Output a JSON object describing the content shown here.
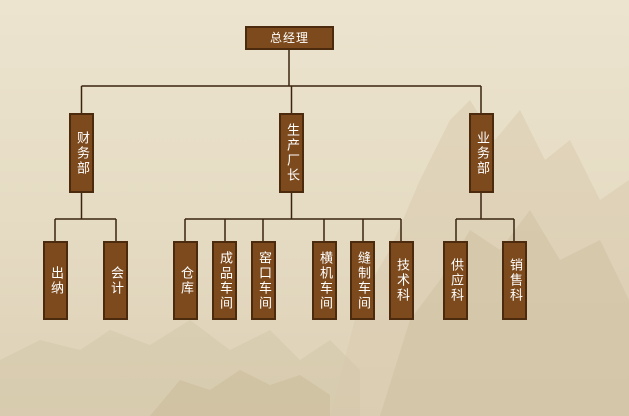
{
  "org_chart": {
    "root": {
      "label": "总经理"
    },
    "level1": [
      {
        "label": "财务部",
        "children": [
          "出纳",
          "会计"
        ]
      },
      {
        "label": "生产厂长",
        "children": [
          "仓库",
          "成品车间",
          "窑口车间",
          "横机车间",
          "缝制车间",
          "技术科"
        ]
      },
      {
        "label": "业务部",
        "children": [
          "供应科",
          "销售科"
        ]
      }
    ]
  },
  "colors": {
    "box_fill": "#7c4a1c",
    "box_border": "#4b2a0d",
    "box_text": "#ffffff",
    "connector": "#3a2410",
    "background": "#e6dcc4"
  }
}
